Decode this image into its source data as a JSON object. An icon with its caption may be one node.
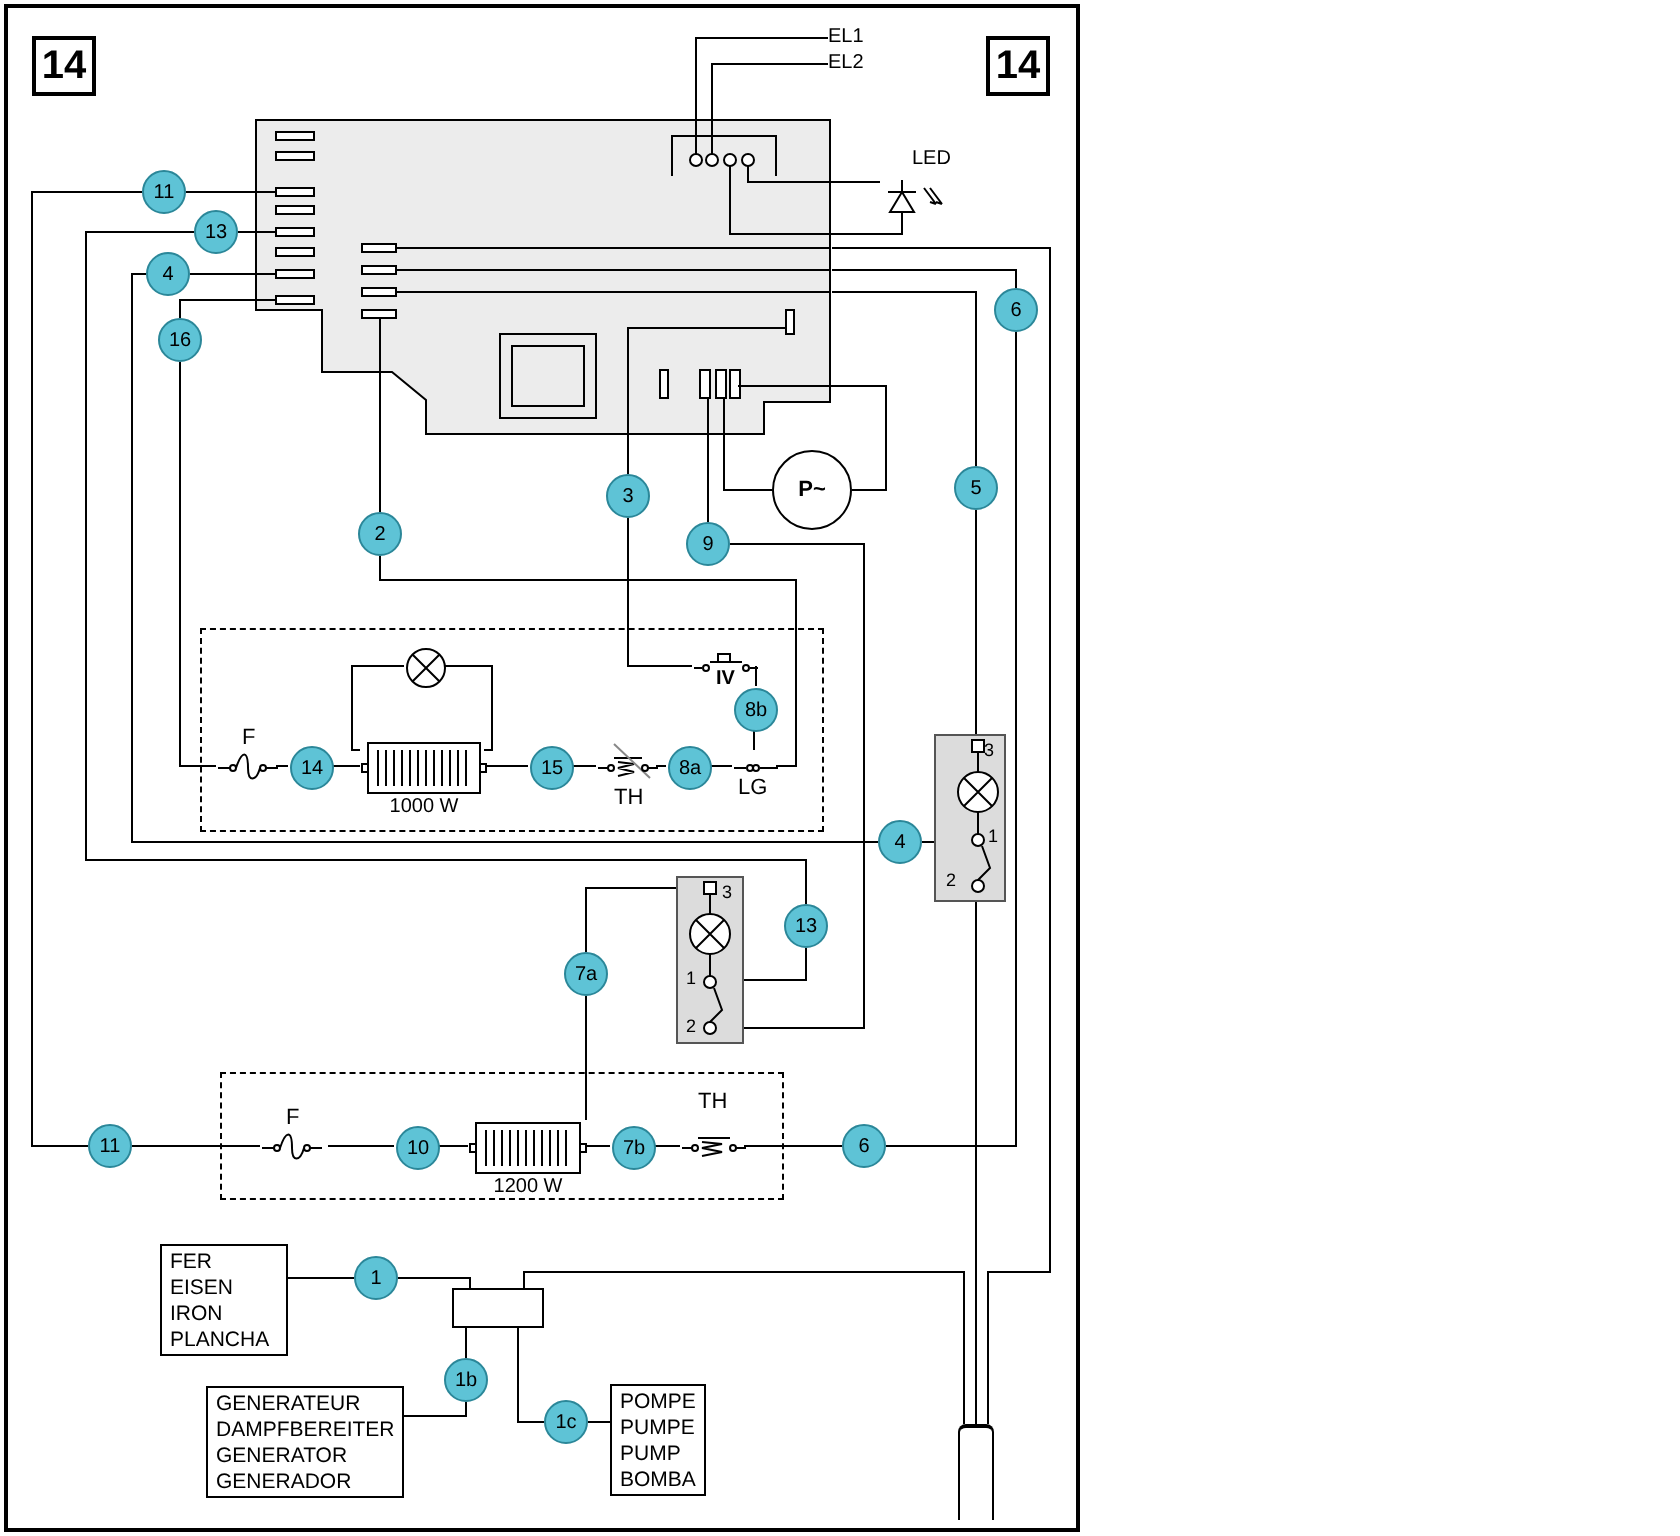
{
  "diagram": {
    "nodes": [
      {
        "text": [
          "14"
        ]
      },
      {
        "text": [
          "14"
        ]
      },
      {
        "text": [],
        "shape": "box"
      },
      {
        "text": [
          "EL1"
        ]
      },
      {
        "text": [
          "EL2"
        ]
      },
      {
        "text": [
          "LED"
        ]
      },
      {
        "text": [
          "P~"
        ]
      },
      {
        "text": [
          "11"
        ]
      },
      {
        "text": [
          "13"
        ]
      },
      {
        "text": [
          "4"
        ]
      },
      {
        "text": [
          "16"
        ]
      },
      {
        "text": [
          "2"
        ]
      },
      {
        "text": [
          "3"
        ]
      },
      {
        "text": [
          "9"
        ]
      },
      {
        "text": [
          "6"
        ]
      },
      {
        "text": [
          "5"
        ]
      },
      {
        "text": [],
        "shape": "box"
      },
      {
        "text": [
          "F"
        ],
        "in": 16
      },
      {
        "text": [
          "14"
        ],
        "in": 16
      },
      {
        "text": [
          "1000 W"
        ],
        "in": 16
      },
      {
        "text": [],
        "shape": "circle",
        "in": 16
      },
      {
        "text": [
          "15"
        ],
        "in": 16
      },
      {
        "text": [
          "TH"
        ],
        "in": 16
      },
      {
        "text": [
          "8a"
        ],
        "in": 16
      },
      {
        "text": [
          "LG"
        ],
        "in": 16
      },
      {
        "text": [
          "IV"
        ],
        "in": 16
      },
      {
        "text": [
          "8b"
        ],
        "in": 16
      },
      {
        "text": [
          "3",
          "1",
          "2"
        ]
      },
      {
        "text": [
          "4"
        ]
      },
      {
        "text": [
          "13"
        ]
      },
      {
        "text": [
          "3",
          "1",
          "2"
        ]
      },
      {
        "text": [
          "7a"
        ]
      },
      {
        "text": [],
        "shape": "box"
      },
      {
        "text": [
          "11"
        ]
      },
      {
        "text": [
          "F"
        ],
        "in": 32
      },
      {
        "text": [
          "10"
        ],
        "in": 32
      },
      {
        "text": [
          "1200 W"
        ],
        "in": 32
      },
      {
        "text": [
          "7b"
        ],
        "in": 32
      },
      {
        "text": [
          "TH"
        ],
        "in": 32
      },
      {
        "text": [
          "6"
        ]
      },
      {
        "text": [
          "FER",
          "EISEN",
          "IRON",
          "PLANCHA"
        ]
      },
      {
        "text": [
          "1"
        ]
      },
      {
        "text": [],
        "shape": "box"
      },
      {
        "text": [
          "1b"
        ]
      },
      {
        "text": [
          "GENERATEUR",
          "DAMPFBEREITER",
          "GENERATOR",
          "GENERADOR"
        ]
      },
      {
        "text": [
          "1c"
        ]
      },
      {
        "text": [
          "POMPE",
          "PUMPE",
          "PUMP",
          "BOMBA"
        ]
      },
      {
        "text": [],
        "shape": "bar"
      }
    ],
    "edges": [
      {
        "from": 2,
        "to": 3,
        "arrow": "none"
      },
      {
        "from": 2,
        "to": 4,
        "arrow": "none"
      },
      {
        "from": 2,
        "to": 5,
        "arrow": "none"
      },
      {
        "from": 2,
        "to": 5,
        "arrow": "none"
      },
      {
        "from": 2,
        "to": 6,
        "arrow": "none"
      },
      {
        "from": 2,
        "to": 6,
        "arrow": "none"
      },
      {
        "from": 2,
        "to": 7,
        "arrow": "none"
      },
      {
        "from": 7,
        "to": 33,
        "arrow": "none"
      },
      {
        "from": 33,
        "to": 34,
        "arrow": "none"
      },
      {
        "from": 2,
        "to": 8,
        "arrow": "none"
      },
      {
        "from": 8,
        "to": 29,
        "arrow": "none"
      },
      {
        "from": 29,
        "to": 30,
        "arrow": "none"
      },
      {
        "from": 2,
        "to": 9,
        "arrow": "none"
      },
      {
        "from": 9,
        "to": 28,
        "arrow": "none"
      },
      {
        "from": 28,
        "to": 27,
        "arrow": "none"
      },
      {
        "from": 2,
        "to": 10,
        "arrow": "none"
      },
      {
        "from": 10,
        "to": 17,
        "arrow": "none"
      },
      {
        "from": 2,
        "to": 11,
        "arrow": "none"
      },
      {
        "from": 11,
        "to": 24,
        "arrow": "none"
      },
      {
        "from": 2,
        "to": 12,
        "arrow": "none"
      },
      {
        "from": 12,
        "to": 25,
        "arrow": "none"
      },
      {
        "from": 2,
        "to": 13,
        "arrow": "none"
      },
      {
        "from": 13,
        "to": 30,
        "arrow": "none"
      },
      {
        "from": 2,
        "to": 14,
        "arrow": "none"
      },
      {
        "from": 14,
        "to": 39,
        "arrow": "none"
      },
      {
        "from": 39,
        "to": 38,
        "arrow": "none"
      },
      {
        "from": 2,
        "to": 15,
        "arrow": "none"
      },
      {
        "from": 15,
        "to": 27,
        "arrow": "none"
      },
      {
        "from": 2,
        "to": 47,
        "arrow": "none"
      },
      {
        "from": 17,
        "to": 18,
        "arrow": "none"
      },
      {
        "from": 18,
        "to": 19,
        "arrow": "none"
      },
      {
        "from": 19,
        "to": 20,
        "arrow": "none"
      },
      {
        "from": 19,
        "to": 20,
        "arrow": "none"
      },
      {
        "from": 19,
        "to": 21,
        "arrow": "none"
      },
      {
        "from": 21,
        "to": 22,
        "arrow": "none"
      },
      {
        "from": 22,
        "to": 23,
        "arrow": "none"
      },
      {
        "from": 23,
        "to": 24,
        "arrow": "none"
      },
      {
        "from": 25,
        "to": 26,
        "arrow": "none"
      },
      {
        "from": 26,
        "to": 24,
        "arrow": "none"
      },
      {
        "from": 34,
        "to": 35,
        "arrow": "none"
      },
      {
        "from": 35,
        "to": 36,
        "arrow": "none"
      },
      {
        "from": 36,
        "to": 37,
        "arrow": "none"
      },
      {
        "from": 37,
        "to": 38,
        "arrow": "none"
      },
      {
        "from": 36,
        "to": 31,
        "arrow": "none"
      },
      {
        "from": 31,
        "to": 30,
        "arrow": "none"
      },
      {
        "from": 27,
        "to": 47,
        "arrow": "none"
      },
      {
        "from": 40,
        "to": 41,
        "arrow": "none"
      },
      {
        "from": 41,
        "to": 42,
        "arrow": "none"
      },
      {
        "from": 44,
        "to": 43,
        "arrow": "none"
      },
      {
        "from": 43,
        "to": 42,
        "arrow": "none"
      },
      {
        "from": 42,
        "to": 45,
        "arrow": "none"
      },
      {
        "from": 45,
        "to": 46,
        "arrow": "none"
      },
      {
        "from": 42,
        "to": 47,
        "arrow": "none"
      }
    ]
  }
}
